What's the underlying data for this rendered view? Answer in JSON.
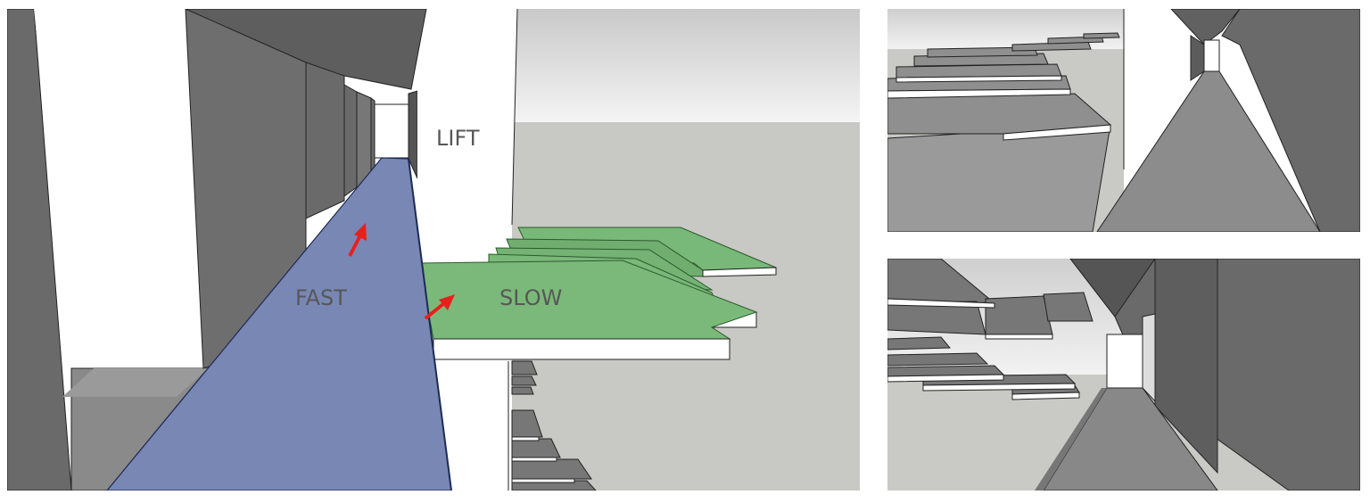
{
  "labels": {
    "lift": "LIFT",
    "fast": "FAST",
    "slow": "SLOW"
  },
  "colors": {
    "fast_path": "#7887b4",
    "slow_platform": "#76b576",
    "arrow": "#e8201c",
    "wall_dark": "#666666",
    "wall_mid": "#8c8c8c",
    "ground": "#c8c8c4",
    "sky_top": "#cfcfcf",
    "sky_bottom": "#f2f2f2",
    "label_text": "#575757"
  },
  "icons": [
    "arrow-up-right-icon",
    "arrow-up-right-icon"
  ]
}
